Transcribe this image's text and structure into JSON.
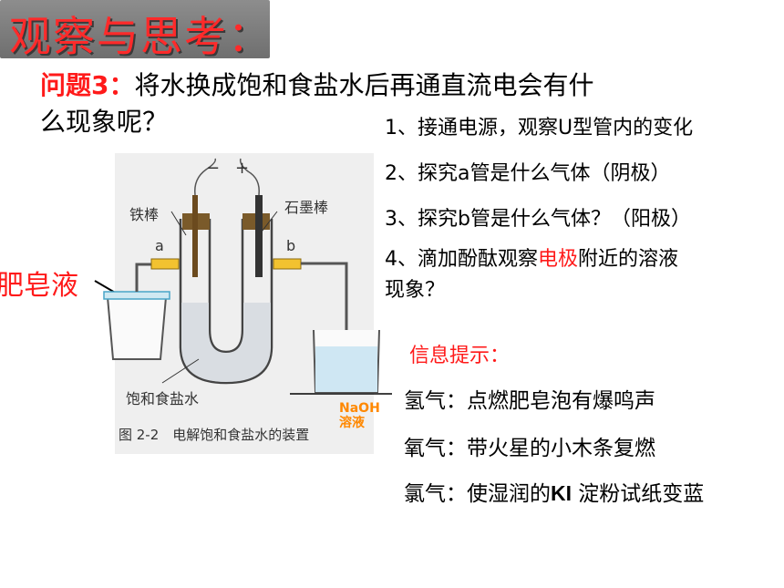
{
  "title": "观察与思考：",
  "question": {
    "label": "问题3：",
    "text_line1": "将水换成饱和食盐水后再通直流电会有什",
    "text_line2": "么现象呢？"
  },
  "steps": [
    "1、接通电源，观察U型管内的变化",
    "2、探究a管是什么气体（阴极）",
    "3、探究b管是什么气体？（阳极）"
  ],
  "step4": {
    "pre": "4、滴加酚酞观察",
    "highlight": "电极",
    "post": "附近的溶液",
    "line2": "现象？"
  },
  "hint": {
    "heading": "信息提示：",
    "h2": "氢气：点燃肥皂泡有爆鸣声",
    "o2": "氧气：带火星的小木条复燃",
    "cl2_pre": "氯气：使湿润的",
    "cl2_ki": "KI",
    "cl2_post": " 淀粉试纸变蓝"
  },
  "figure": {
    "soap_label": "肥皂液",
    "minus": "−",
    "plus": "+",
    "iron_rod": "铁棒",
    "graphite_rod": "石墨棒",
    "tube_a": "a",
    "tube_b": "b",
    "brine": "饱和食盐水",
    "caption": "图 2-2　电解饱和食盐水的装置",
    "naoh_line1": "NaOH",
    "naoh_line2": "溶液"
  },
  "colors": {
    "accent_red": "#ff1a1a",
    "title_bg": "#7a7a7a",
    "naoh": "#ff8800",
    "tube_amber": "#f2c230"
  }
}
